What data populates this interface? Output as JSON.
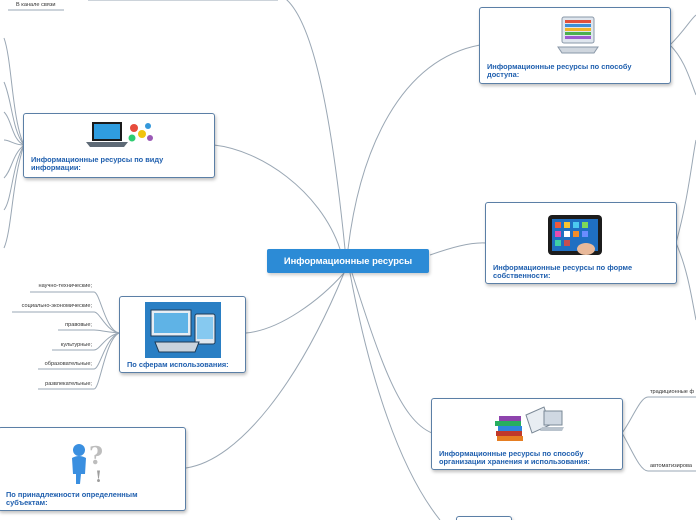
{
  "central": {
    "label": "Информационные ресурсы"
  },
  "nodes": {
    "access": {
      "label": "Информационные ресурсы по способу доступа:"
    },
    "ownership": {
      "label": "Информационные ресурсы по форме собственности:"
    },
    "storage": {
      "label": "Информационные ресурсы по способу организации хранения и использования:"
    },
    "info_type": {
      "label": "Информационные ресурсы по виду информации:"
    },
    "spheres": {
      "label": "По сферам использования:"
    },
    "subjects": {
      "label": "По принадлежности определенным субъектам:"
    }
  },
  "leaves": {
    "channel": "В канале связи",
    "spheres": [
      "научно-технические;",
      "социально-экономические;",
      "правовые;",
      "культурные;",
      "образовательные;",
      "развлекательные;"
    ],
    "storage": [
      "традиционные ф",
      "автоматизирова"
    ]
  },
  "colors": {
    "central": "#2c8bd6",
    "border": "#5b7fa6",
    "label": "#1f5fae",
    "connector": "#9aa7b4"
  }
}
